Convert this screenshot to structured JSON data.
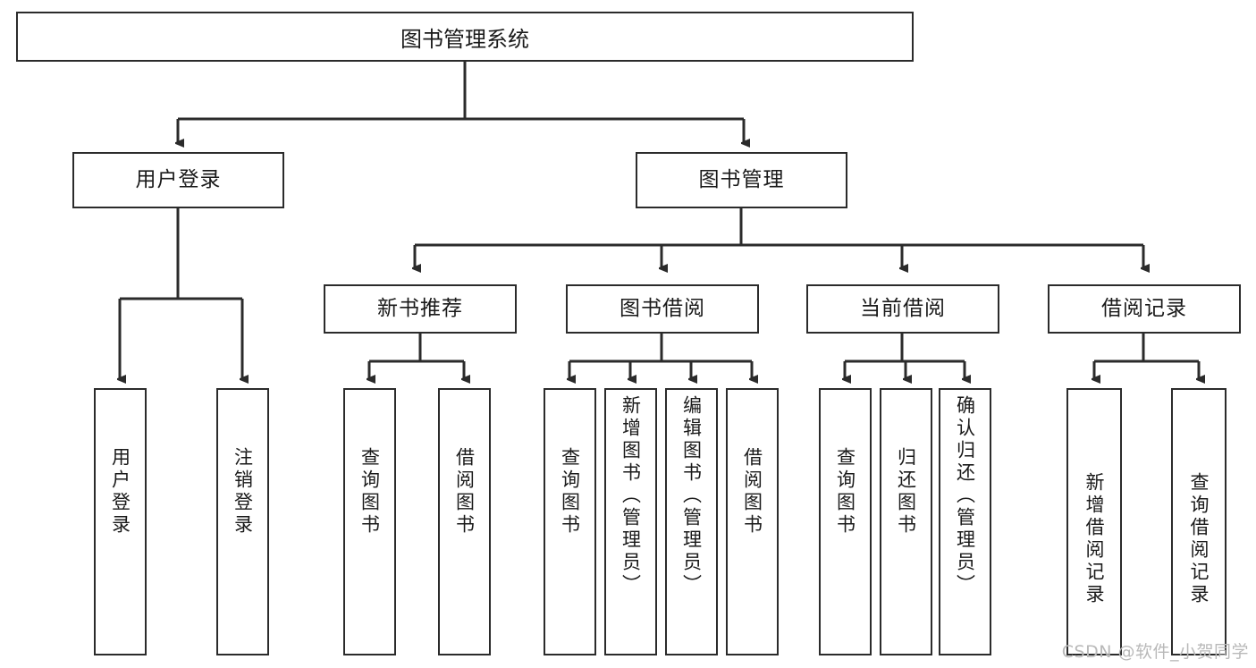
{
  "diagram": {
    "title_box": {
      "label": "图书管理系统"
    },
    "level2": [
      {
        "id": "user-login",
        "label": "用户登录"
      },
      {
        "id": "book-manage",
        "label": "图书管理"
      }
    ],
    "level3": [
      {
        "id": "new-book-recommend",
        "label": "新书推荐"
      },
      {
        "id": "book-borrow",
        "label": "图书借阅"
      },
      {
        "id": "current-borrow",
        "label": "当前借阅"
      },
      {
        "id": "borrow-record",
        "label": "借阅记录"
      }
    ],
    "leaves": {
      "user_login": [
        {
          "id": "leaf-user-login",
          "label": "用户登录"
        },
        {
          "id": "leaf-logout-login",
          "label": "注销登录"
        }
      ],
      "new_book_recommend": [
        {
          "id": "leaf-query-book-1",
          "label": "查询图书"
        },
        {
          "id": "leaf-borrow-book-1",
          "label": "借阅图书"
        }
      ],
      "book_borrow": [
        {
          "id": "leaf-query-book-2",
          "label": "查询图书"
        },
        {
          "id": "leaf-add-book",
          "label": "新增图书（管理员）"
        },
        {
          "id": "leaf-edit-book",
          "label": "编辑图书（管理员）"
        },
        {
          "id": "leaf-borrow-book-2",
          "label": "借阅图书"
        }
      ],
      "current_borrow": [
        {
          "id": "leaf-query-book-3",
          "label": "查询图书"
        },
        {
          "id": "leaf-return-book",
          "label": "归还图书"
        },
        {
          "id": "leaf-confirm-return",
          "label": "确认归还（管理员）"
        }
      ],
      "borrow_record": [
        {
          "id": "leaf-add-record",
          "label": "新增借阅记录"
        },
        {
          "id": "leaf-query-record",
          "label": "查询借阅记录"
        }
      ]
    },
    "watermark": "CSDN @软件_小贺同学",
    "colors": {
      "stroke": "#2b2b2b",
      "background": "#ffffff",
      "text": "#1a1a1a",
      "watermark": "#b9b9b9"
    }
  }
}
